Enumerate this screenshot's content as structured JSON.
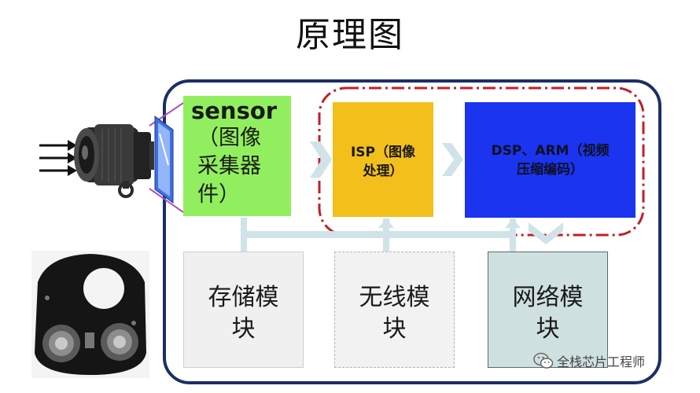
{
  "title": "原理图",
  "sensor": {
    "title": "sensor",
    "subtitle_lines": [
      "（图像",
      "采集器",
      "件）"
    ]
  },
  "isp": {
    "lines": [
      "ISP（图像",
      "处理）"
    ]
  },
  "dsp": {
    "lines": [
      "DSP、ARM（视频",
      "压缩编码）"
    ]
  },
  "modules": {
    "storage": [
      "存储模",
      "块"
    ],
    "wireless": [
      "无线模",
      "块"
    ],
    "network": [
      "网络模",
      "块"
    ]
  },
  "watermark": "全栈芯片工程师",
  "colors": {
    "frame": "#1c2f63",
    "sensor": "#91ef5f",
    "isp": "#f3bf1b",
    "dsp": "#1b34ef",
    "dashed_group": "#c0202a",
    "connector": "#cfe3e8"
  },
  "icons": [
    "light-arrow-icon",
    "camera-lens-icon",
    "optical-filter-icon",
    "wechat-icon"
  ]
}
